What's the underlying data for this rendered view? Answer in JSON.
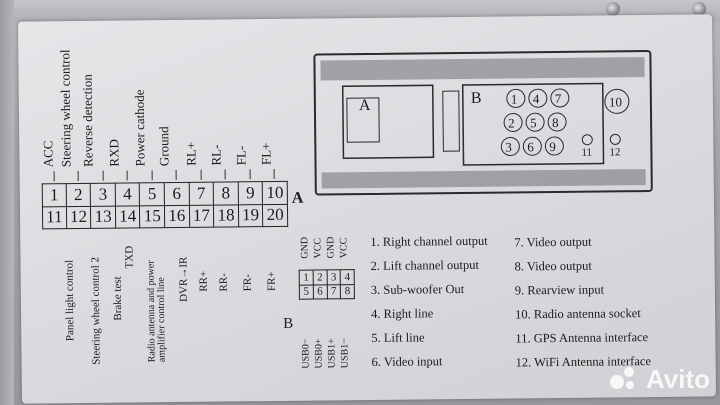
{
  "top_labels": [
    "ACC",
    "Steering wheel control",
    "Reverse detection",
    "RXD",
    "Power cathode",
    "Ground",
    "RL+",
    "RL-",
    "FL-",
    "FL+"
  ],
  "bottom_labels": [
    "Panel light control",
    "Steering wheel control 2",
    "Brake test",
    "TXD",
    "Radio antenna and power amplifier control line",
    "DVR→IR",
    "RR+",
    "RR-",
    "FR-",
    "FR+"
  ],
  "pin_row1": [
    "1",
    "2",
    "3",
    "4",
    "5",
    "6",
    "7",
    "8",
    "9",
    "10"
  ],
  "pin_row2": [
    "11",
    "12",
    "13",
    "14",
    "15",
    "16",
    "17",
    "18",
    "19",
    "20"
  ],
  "connector_a": "A",
  "connector_b": "B",
  "usb_top": [
    "GND",
    "VCC",
    "GND",
    "VCC"
  ],
  "usb_row1": [
    "1",
    "2",
    "3",
    "4"
  ],
  "usb_row2": [
    "5",
    "6",
    "7",
    "8"
  ],
  "usb_bottom": [
    "USB0−",
    "USB0+",
    "USB1+",
    "USB1−"
  ],
  "socket_a": "A",
  "socket_b": "B",
  "socket_numbers": [
    "1",
    "4",
    "7",
    "2",
    "5",
    "8",
    "3",
    "6",
    "9",
    "10",
    "11",
    "12"
  ],
  "legend_left": [
    "1. Right channel output",
    "2. Lift channel output",
    "3. Sub-woofer Out",
    "4. Right line",
    "5. Lift line",
    "6. Video input"
  ],
  "legend_right": [
    "7. Video output",
    "8.  Video output",
    "9. Rearview input",
    "10. Radio antenna socket",
    "11. GPS  Antenna interface",
    "12. WiFi Antenna interface"
  ],
  "watermark": "Avito"
}
